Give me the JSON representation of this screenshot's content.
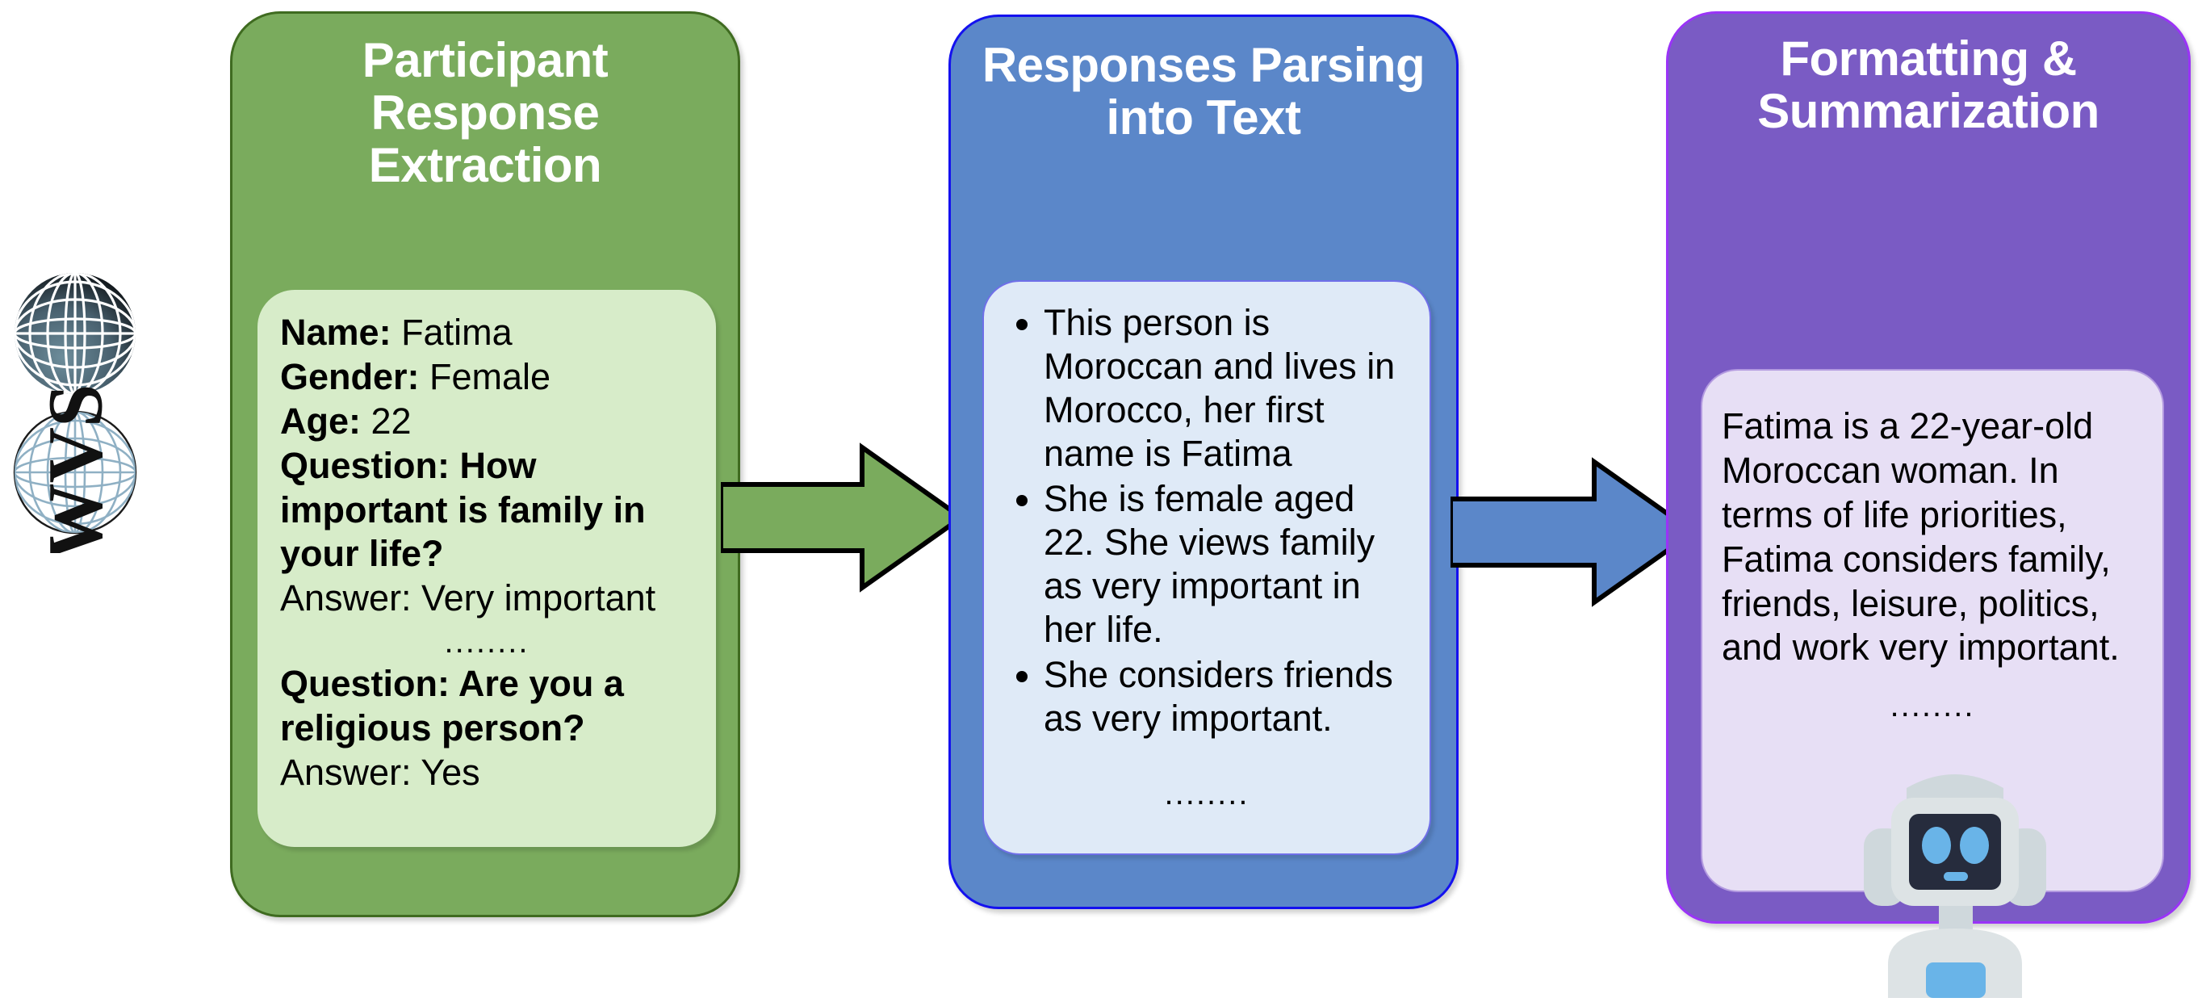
{
  "logo": {
    "name": "wvs-globe-logo",
    "letters": "WVS"
  },
  "pipeline": {
    "stages": [
      {
        "id": "participant-response-extraction",
        "title": "Participant Response Extraction",
        "color": "#7aab5d",
        "border_color": "#3f6b20",
        "card_color": "#d7ecc9",
        "content": {
          "fields": [
            {
              "label": "Name:",
              "value": " Fatima"
            },
            {
              "label": "Gender:",
              "value": " Female"
            },
            {
              "label": "Age:",
              "value": " 22"
            }
          ],
          "qa_1": {
            "question": "Question: How important is family in your life?",
            "answer": "Answer: Very important"
          },
          "ellipsis": "........",
          "qa_2": {
            "question": "Question: Are you a religious person?",
            "answer": "Answer: Yes"
          }
        }
      },
      {
        "id": "responses-parsing-into-text",
        "title": "Responses Parsing into Text",
        "color": "#5b87c9",
        "border_color": "#1411ef",
        "card_color": "#dfeaf7",
        "content": {
          "bullets": [
            "This person is Moroccan and lives in Morocco, her first name is Fatima",
            "She is female aged 22. She views family as very important in her life.",
            "She considers friends as very important."
          ],
          "ellipsis": "........"
        }
      },
      {
        "id": "formatting-and-summarization",
        "title": "Formatting & Summarization",
        "color": "#7a5bc4",
        "border_color": "#9a33f7",
        "card_color": "#e7dff5",
        "content": {
          "summary": "Fatima is a 22-year-old Moroccan woman. In terms of life priorities, Fatima considers family, friends, leisure, politics, and work very important.",
          "ellipsis": "........"
        }
      }
    ],
    "arrows": [
      {
        "id": "arrow-extraction-to-parsing",
        "color": "#7aab5d",
        "direction": "right"
      },
      {
        "id": "arrow-parsing-to-summarization",
        "color": "#5b87c9",
        "direction": "right"
      }
    ],
    "robot": {
      "id": "robot-assistant-icon",
      "body_color": "#dde3e5",
      "screen_color": "#262c3d",
      "eye_color": "#69b4e8"
    }
  }
}
